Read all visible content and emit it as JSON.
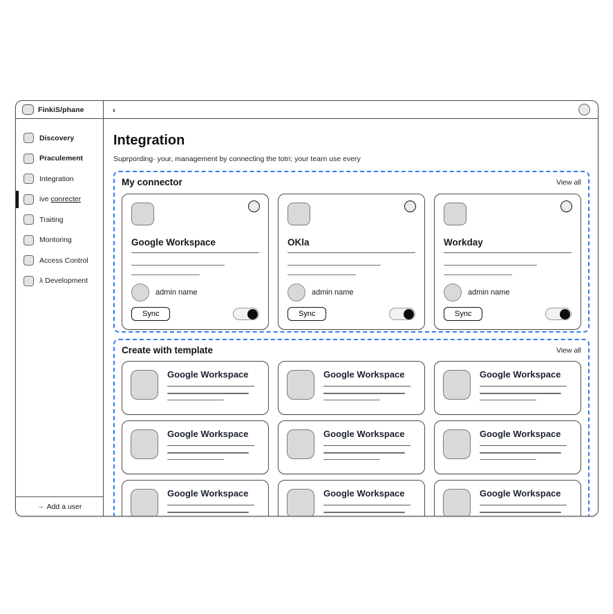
{
  "window": {
    "logo": "FinkiS/phane",
    "back_chevron": "‹"
  },
  "sidebar": {
    "items": [
      {
        "label": "Discovery"
      },
      {
        "label": "Praculement"
      },
      {
        "label": "Integration"
      },
      {
        "label_prefix": "ive ",
        "label_underline": "conrecter",
        "active": true
      },
      {
        "label": "Traiting"
      },
      {
        "label": "Montoring"
      },
      {
        "label": "Access Control"
      },
      {
        "label": "λ Development"
      }
    ],
    "add_user_icon": "→",
    "add_user_label": "Add a user"
  },
  "header": {
    "title": "Integration",
    "subtitle": "Suprpording· your, management by connecting the totri; your tearn use every"
  },
  "my_connector": {
    "title": "My connector",
    "view_all": "View all",
    "cards": [
      {
        "name": "Google Workspace",
        "admin_label": "admin name",
        "sync_label": "Sync",
        "toggle_on": true
      },
      {
        "name": "OKla",
        "admin_label": "admin name",
        "sync_label": "Sync",
        "toggle_on": true
      },
      {
        "name": "Workday",
        "admin_label": "admin name",
        "sync_label": "Sync",
        "toggle_on": true
      }
    ]
  },
  "templates": {
    "title": "Create with template",
    "view_all": "View all",
    "cards": [
      {
        "name": "Google Workspace"
      },
      {
        "name": "Google Workspace"
      },
      {
        "name": "Google Workspace"
      },
      {
        "name": "Google Workspace"
      },
      {
        "name": "Google Workspace"
      },
      {
        "name": "Google Workspace"
      },
      {
        "name": "Google Workspace"
      },
      {
        "name": "Google Workspace"
      },
      {
        "name": "Google Workspace"
      }
    ]
  },
  "colors": {
    "dashed_accent": "#2e7df0",
    "toggle_knob": "#0d0d0d",
    "placeholder_fill": "#d9d9d9"
  }
}
